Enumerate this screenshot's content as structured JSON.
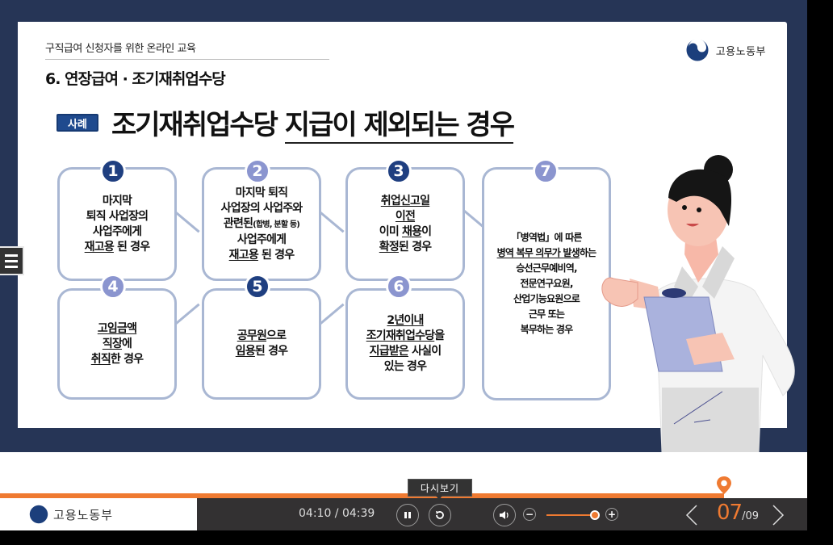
{
  "slide": {
    "course_title": "구직급여 신청자를 위한 온라인 교육",
    "section_title": "6. 연장급여 · 조기재취업수당",
    "ministry_name": "고용노동부",
    "case_badge": "사례",
    "headline_part1": "조기재취업수당 ",
    "headline_part2": "지급이 제외되는 경우",
    "cards": [
      {
        "number": "1",
        "lines": [
          "마지막",
          "퇴직 사업장의",
          "사업주에게"
        ],
        "underlined": "재고용",
        "tail": " 된 경우"
      },
      {
        "number": "2",
        "lines": [
          "마지막 퇴직",
          "사업장의 사업주와"
        ],
        "line3_main": "관련된",
        "line3_small": "(합병, 분할 등)",
        "line4": "사업주에게",
        "underlined": "재고용",
        "tail": " 된 경우"
      },
      {
        "number": "3",
        "u1": "취업신고일",
        "u2": "이전",
        "line3_a": "이미 ",
        "line3_u": "채용",
        "line3_b": "이",
        "line4_u": "확정",
        "line4_b": "된 경우"
      },
      {
        "number": "4",
        "u1": "고임금액",
        "line2_u": "직장",
        "line2_b": "에",
        "line3_u": "취직",
        "line3_b": "한 경우"
      },
      {
        "number": "5",
        "line1_u": "공무원",
        "line1_b": "으로",
        "line2_u": "임용",
        "line2_b": "된 경우"
      },
      {
        "number": "6",
        "u1": "2년이내",
        "line2_u": "조기재취업수당",
        "line2_b": "을",
        "line3_u": "지급받은",
        "line3_b": " 사실이",
        "line4": "있는 경우"
      },
      {
        "number": "7",
        "line1": "「병역법」에 따른",
        "line2_u": "병역 복무 의무가 발생",
        "line2_b": "하는",
        "line3": "승선근무예비역,",
        "line4": "전문연구요원,",
        "line5": "산업기능요원으로",
        "line6": "근무 또는",
        "line7": "복무하는 경우"
      }
    ]
  },
  "player": {
    "brand_name": "고용노동부",
    "current_time": "04:10",
    "separator": " / ",
    "total_time": "04:39",
    "tooltip": "다시보기",
    "current_page": "07",
    "total_page": "/09",
    "progress_percent": 89.7,
    "volume_percent": 90,
    "icons": {
      "menu": "hamburger-icon",
      "pause": "pause-icon",
      "replay": "replay-icon",
      "volume": "speaker-icon",
      "volume_down": "minus-icon",
      "volume_up": "plus-icon",
      "prev": "chevron-left-icon",
      "next": "chevron-right-icon",
      "progress_marker": "location-pin-icon"
    }
  },
  "colors": {
    "frame": "#263556",
    "accent": "#ef7a31",
    "card_border": "#a9b7d3",
    "num_dark": "#1f3f80",
    "num_light": "#8b95cf",
    "controlbar": "#333132"
  }
}
